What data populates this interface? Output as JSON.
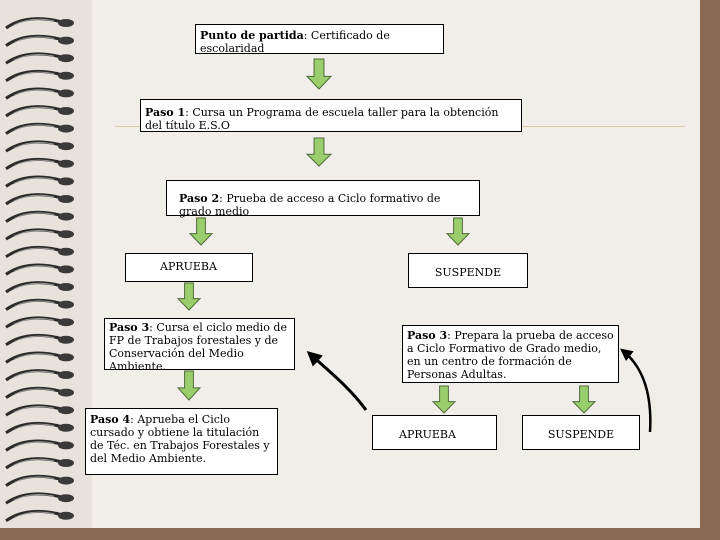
{
  "nodes": {
    "start": {
      "label": "Punto de partida",
      "text": ": Certificado de escolaridad"
    },
    "paso1": {
      "label": "Paso 1",
      "text": ": Cursa un Programa de escuela taller para la obtención del título E.S.O"
    },
    "paso2": {
      "label": "Paso 2",
      "text": ": Prueba de acceso a Ciclo formativo de grado medio"
    },
    "aprueba1": {
      "text": "APRUEBA"
    },
    "suspende1": {
      "text": "SUSPENDE"
    },
    "paso3a": {
      "label": "Paso 3",
      "text": ": Cursa el ciclo medio de FP de Trabajos forestales y de Conservación del Medio Ambiente."
    },
    "paso3b": {
      "label": "Paso 3",
      "text": ": Prepara la prueba de acceso a Ciclo Formativo de Grado medio, en un centro de formación de Personas Adultas."
    },
    "paso4": {
      "label": "Paso 4",
      "text": ": Aprueba el Ciclo cursado y obtiene la titulación de Téc. en Trabajos Forestales y del Medio Ambiente."
    },
    "aprueba2": {
      "text": "APRUEBA"
    },
    "suspende2": {
      "text": "SUSPENDE"
    }
  },
  "colors": {
    "arrow_fill": "#9acd6b",
    "arrow_stroke": "#4f6b3a",
    "page": "#f1ede8",
    "background": "#8a6a56"
  }
}
